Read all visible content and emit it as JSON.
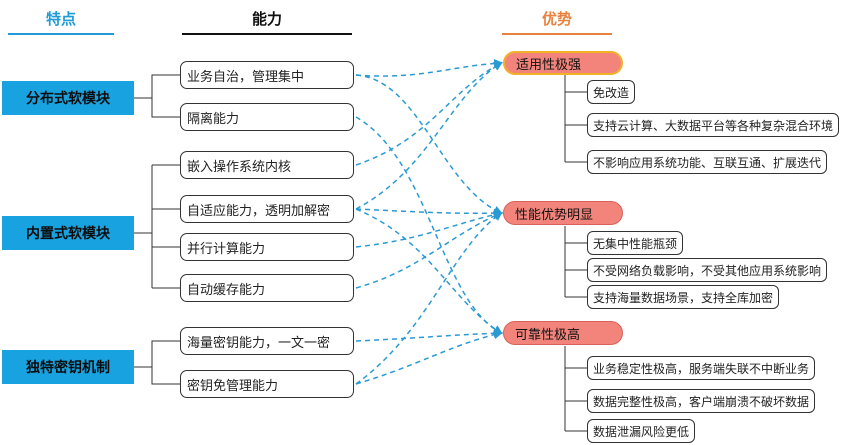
{
  "headers": {
    "features": "特点",
    "capabilities": "能力",
    "advantages": "优势"
  },
  "features": [
    {
      "label": "分布式软模块"
    },
    {
      "label": "内置式软模块"
    },
    {
      "label": "独特密钥机制"
    }
  ],
  "capabilities": [
    {
      "label": "业务自治，管理集中"
    },
    {
      "label": "隔离能力"
    },
    {
      "label": "嵌入操作系统内核"
    },
    {
      "label": "自适应能力，透明加解密"
    },
    {
      "label": "并行计算能力"
    },
    {
      "label": "自动缓存能力"
    },
    {
      "label": "海量密钥能力，一文一密"
    },
    {
      "label": "密钥免管理能力"
    }
  ],
  "advantages": [
    {
      "label": "适用性极强",
      "subs": [
        "免改造",
        "支持云计算、大数据平台等各种复杂混合环境",
        "不影响应用系统功能、互联互通、扩展迭代"
      ]
    },
    {
      "label": "性能优势明显",
      "subs": [
        "无集中性能瓶颈",
        "不受网络负载影响，不受其他应用系统影响",
        "支持海量数据场景，支持全库加密"
      ]
    },
    {
      "label": "可靠性极高",
      "subs": [
        "业务稳定性极高，服务端失联不中断业务",
        "数据完整性极高，客户端崩溃不破坏数据",
        "数据泄漏风险更低"
      ]
    }
  ],
  "colors": {
    "feature_fill": "#18a2df",
    "advantage_fill": "#f3847c",
    "advantage_highlight_border": "#f2b227",
    "connector_dashed": "#2a9ad3"
  }
}
